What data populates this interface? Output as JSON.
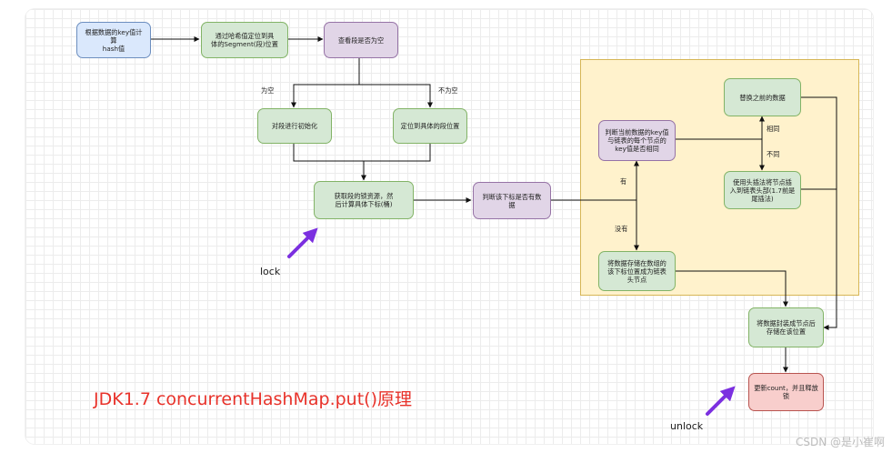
{
  "title": "JDK1.7 concurrentHashMap.put()原理",
  "watermark": "CSDN @是小崔啊",
  "colors": {
    "blue_fill": "#dae8fc",
    "green_fill": "#d5e8d4",
    "purple_fill": "#e1d5e7",
    "red_fill": "#f8cecc",
    "region_fill": "#fff2cc",
    "title": "#e8322a",
    "pointer": "#7b2fe0"
  },
  "nodes": {
    "hash_key": "根据数据的key值计算\nhash值",
    "locate_segment": "通过哈希值定位到具\n体的Segment(段)位置",
    "check_segment_empty": "查看段是否为空",
    "init_segment": "对段进行初始化",
    "locate_segment_position": "定位到具体的段位置",
    "acquire_lock": "获取段的锁资源，然\n后计算具体下标(桶)",
    "check_index_data": "判断该下标是否有数\n据",
    "compare_keys": "判断当前数据的key值\n与链表的每个节点的\nkey值是否相同",
    "replace_data": "替换之前的数据",
    "head_insert": "使用头插法将节点插\n入到链表头部(1.7前是\n尾插法)",
    "store_as_head": "将数据存储在数组的\n该下标位置成为链表\n头节点",
    "wrap_store": "将数据封装成节点后\n存储在该位置",
    "update_count_unlock": "更新count，并且释放\n锁"
  },
  "edge_labels": {
    "empty": "为空",
    "not_empty": "不为空",
    "has": "有",
    "none": "没有",
    "same": "相同",
    "different": "不同"
  },
  "notes": {
    "lock": "lock",
    "unlock": "unlock"
  },
  "icons": [
    "arrow-pointer-icon",
    "arrow-pointer-icon"
  ]
}
